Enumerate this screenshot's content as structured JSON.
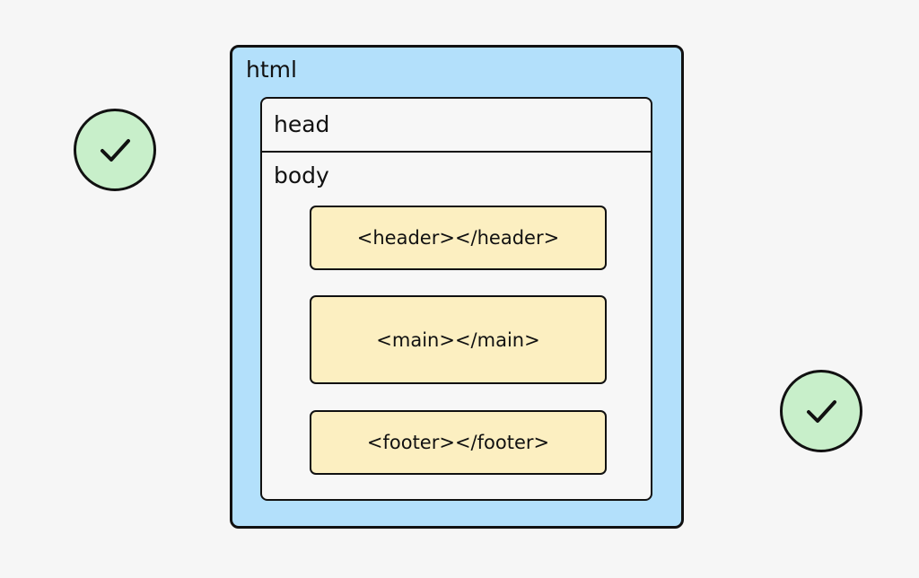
{
  "diagram": {
    "html_label": "html",
    "head_label": "head",
    "body_label": "body",
    "elements": {
      "header": "<header></header>",
      "main": "<main></main>",
      "footer": "<footer></footer>"
    }
  },
  "badges": [
    {
      "icon": "check-icon",
      "color": "#c8efca"
    },
    {
      "icon": "check-icon",
      "color": "#c8efca"
    }
  ],
  "colors": {
    "background": "#f6f6f6",
    "html_box": "#b3e0fb",
    "inner_box": "#f7f7f7",
    "element_box": "#fcefc1",
    "badge": "#c8efca",
    "outline": "#111111"
  }
}
